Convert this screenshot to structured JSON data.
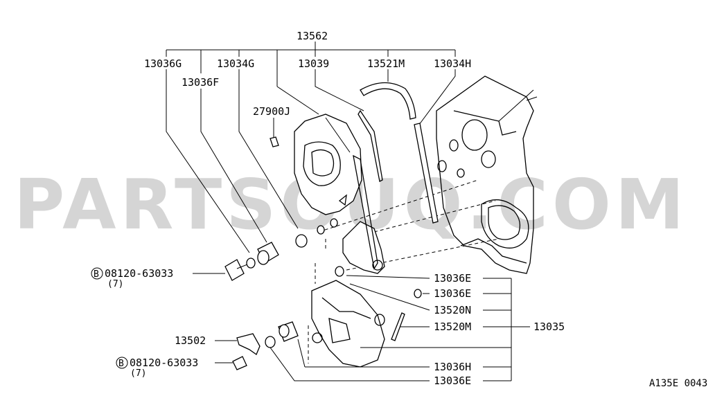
{
  "labels": {
    "assembly_top": "13562",
    "p13036g": "13036G",
    "p13036f": "13036F",
    "p13034g": "13034G",
    "p13039": "13039",
    "p13521m": "13521M",
    "p13034h": "13034H",
    "p27900j": "27900J",
    "bolt_upper": "08120-63033",
    "bolt_upper_qty": "(7)",
    "p13036e_a": "13036E",
    "p13036e_b": "13036E",
    "p13520n": "13520N",
    "p13520m": "13520M",
    "p13035": "13035",
    "p13502": "13502",
    "bolt_lower": "08120-63033",
    "bolt_lower_qty": "(7)",
    "p13036h": "13036H",
    "p13036e_c": "13036E",
    "b_marker": "B"
  },
  "watermark": "PARTSOUQ.COM",
  "diagram_ref": "A135E 0043"
}
